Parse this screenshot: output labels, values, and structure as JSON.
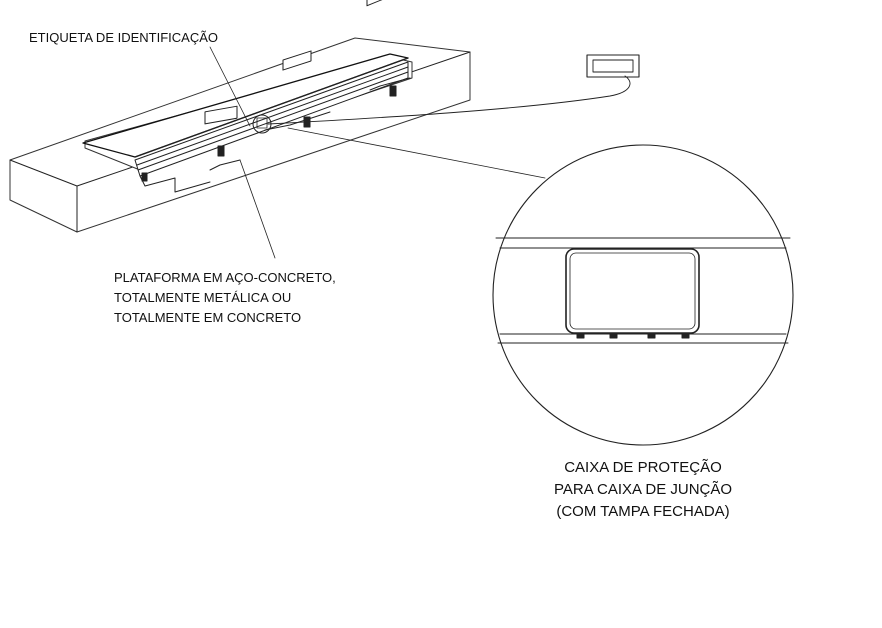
{
  "labels": {
    "identification_tag": "ETIQUETA DE IDENTIFICAÇÃO",
    "platform": [
      "PLATAFORMA EM AÇO-CONCRETO,",
      "TOTALMENTE METÁLICA OU",
      "TOTALMENTE EM CONCRETO"
    ],
    "protection_box": [
      "CAIXA DE PROTEÇÃO",
      "PARA CAIXA DE JUNÇÃO",
      "(COM TAMPA FECHADA)"
    ]
  },
  "colors": {
    "line": "#222222",
    "background": "#ffffff"
  }
}
